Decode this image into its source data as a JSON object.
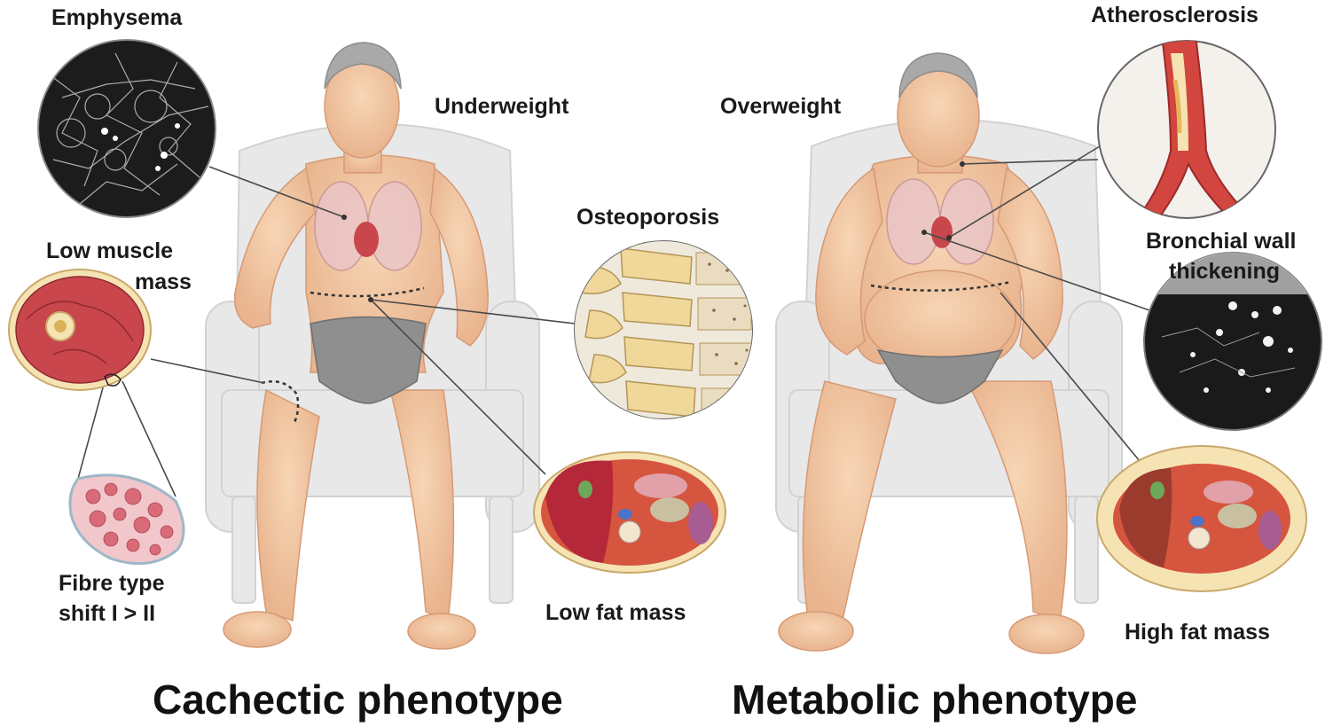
{
  "cachectic": {
    "title": "Cachectic phenotype",
    "weight_label": "Underweight",
    "emphysema": "Emphysema",
    "muscle_line1": "Low muscle",
    "muscle_line2": "mass",
    "fibre_line1": "Fibre type",
    "fibre_line2": "shift I > II",
    "osteoporosis": "Osteoporosis",
    "fat": "Low fat mass"
  },
  "metabolic": {
    "title": "Metabolic phenotype",
    "weight_label": "Overweight",
    "atherosclerosis": "Atherosclerosis",
    "bronchial_line1": "Bronchial wall",
    "bronchial_line2": "thickening",
    "fat": "High fat mass"
  },
  "colors": {
    "skin": "#f3c9a3",
    "skin_shade": "#e3a984",
    "chair": "#e6e6e6",
    "muscle": "#c8464c",
    "fat": "#f6e3b4",
    "underwear": "#8f8f8f"
  }
}
